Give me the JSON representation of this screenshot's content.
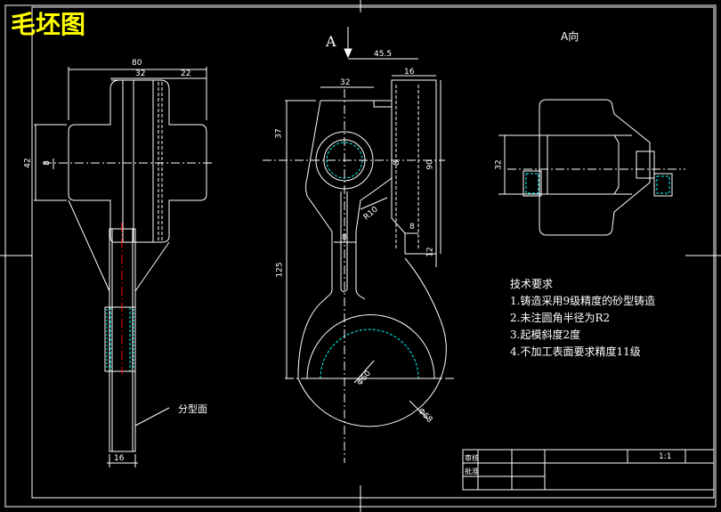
{
  "title": "毛坯图",
  "view_label": "A向",
  "arrow_label": "A",
  "parting_label": "分型面",
  "tech_requirements": {
    "heading": "技术要求",
    "items": [
      "1.铸造采用9级精度的砂型铸造",
      "2.未注圆角半径为R2",
      "3.起模斜度2度",
      "4.不加工表面要求精度11级"
    ]
  },
  "dimensions": {
    "left": {
      "overall_width": "80",
      "inner": "32",
      "right": "22",
      "height": "42",
      "small": "8",
      "bottom": "16"
    },
    "main": {
      "d45": "45.5",
      "d16": "16",
      "d32": "32",
      "d37": "37",
      "d8a": "8",
      "d90": "90",
      "r10": "R10",
      "d8b": "8",
      "d8c": "8",
      "d12": "12",
      "d125": "125",
      "d60": "Φ60",
      "d68": "Φ68"
    },
    "right": {
      "d32": "32"
    }
  },
  "title_block": {
    "row1": "审核",
    "row2": "批准",
    "scale": "1:1"
  },
  "colors": {
    "background": "#000000",
    "lines": "#ffffff",
    "title": "#ffff00",
    "hatch": "#00ffff",
    "centerline": "#ff0000"
  }
}
